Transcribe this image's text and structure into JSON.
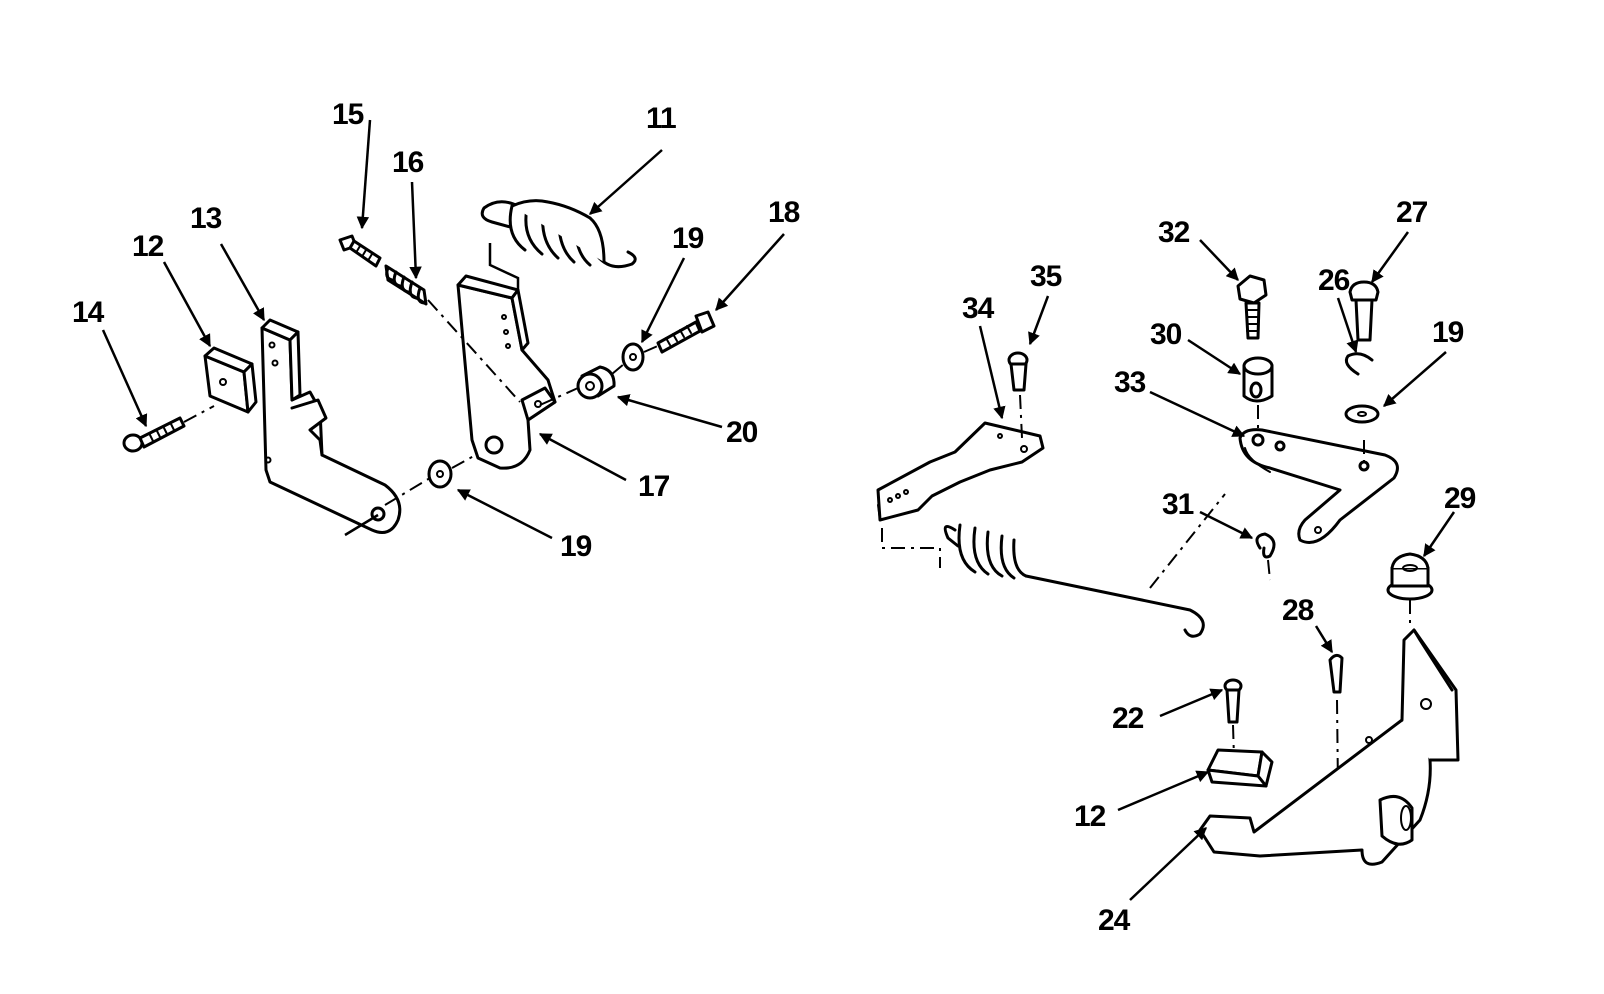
{
  "diagram": {
    "type": "exploded-parts-view",
    "callouts": [
      {
        "id": "c11a",
        "text": "11"
      },
      {
        "id": "c12a",
        "text": "12"
      },
      {
        "id": "c13",
        "text": "13"
      },
      {
        "id": "c14",
        "text": "14"
      },
      {
        "id": "c15",
        "text": "15"
      },
      {
        "id": "c16",
        "text": "16"
      },
      {
        "id": "c17",
        "text": "17"
      },
      {
        "id": "c18",
        "text": "18"
      },
      {
        "id": "c19a",
        "text": "19"
      },
      {
        "id": "c19b",
        "text": "19"
      },
      {
        "id": "c20",
        "text": "20"
      },
      {
        "id": "c35",
        "text": "35"
      },
      {
        "id": "c34",
        "text": "34"
      },
      {
        "id": "c32",
        "text": "32"
      },
      {
        "id": "c27",
        "text": "27"
      },
      {
        "id": "c26",
        "text": "26"
      },
      {
        "id": "c19c",
        "text": "19"
      },
      {
        "id": "c30",
        "text": "30"
      },
      {
        "id": "c33",
        "text": "33"
      },
      {
        "id": "c31",
        "text": "31"
      },
      {
        "id": "c29",
        "text": "29"
      },
      {
        "id": "c28",
        "text": "28"
      },
      {
        "id": "c22",
        "text": "22"
      },
      {
        "id": "c12b",
        "text": "12"
      },
      {
        "id": "c24",
        "text": "24"
      }
    ]
  }
}
